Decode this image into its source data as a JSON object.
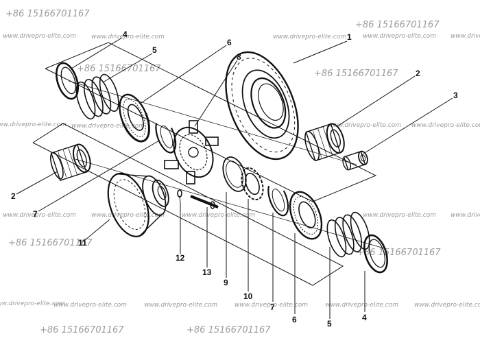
{
  "diagram": {
    "callouts": {
      "c1": "1",
      "c2a": "2",
      "c2b": "2",
      "c3": "3",
      "c4a": "4",
      "c4b": "4",
      "c5a": "5",
      "c5b": "5",
      "c6a": "6",
      "c6b": "6",
      "c7a": "7",
      "c7b": "7",
      "c8": "8",
      "c9": "9",
      "c10": "10",
      "c11": "11",
      "c12": "12",
      "c13": "13"
    }
  },
  "watermarks": {
    "phone": "+86 15166701167",
    "site": "www.drivepro-elite.com"
  }
}
